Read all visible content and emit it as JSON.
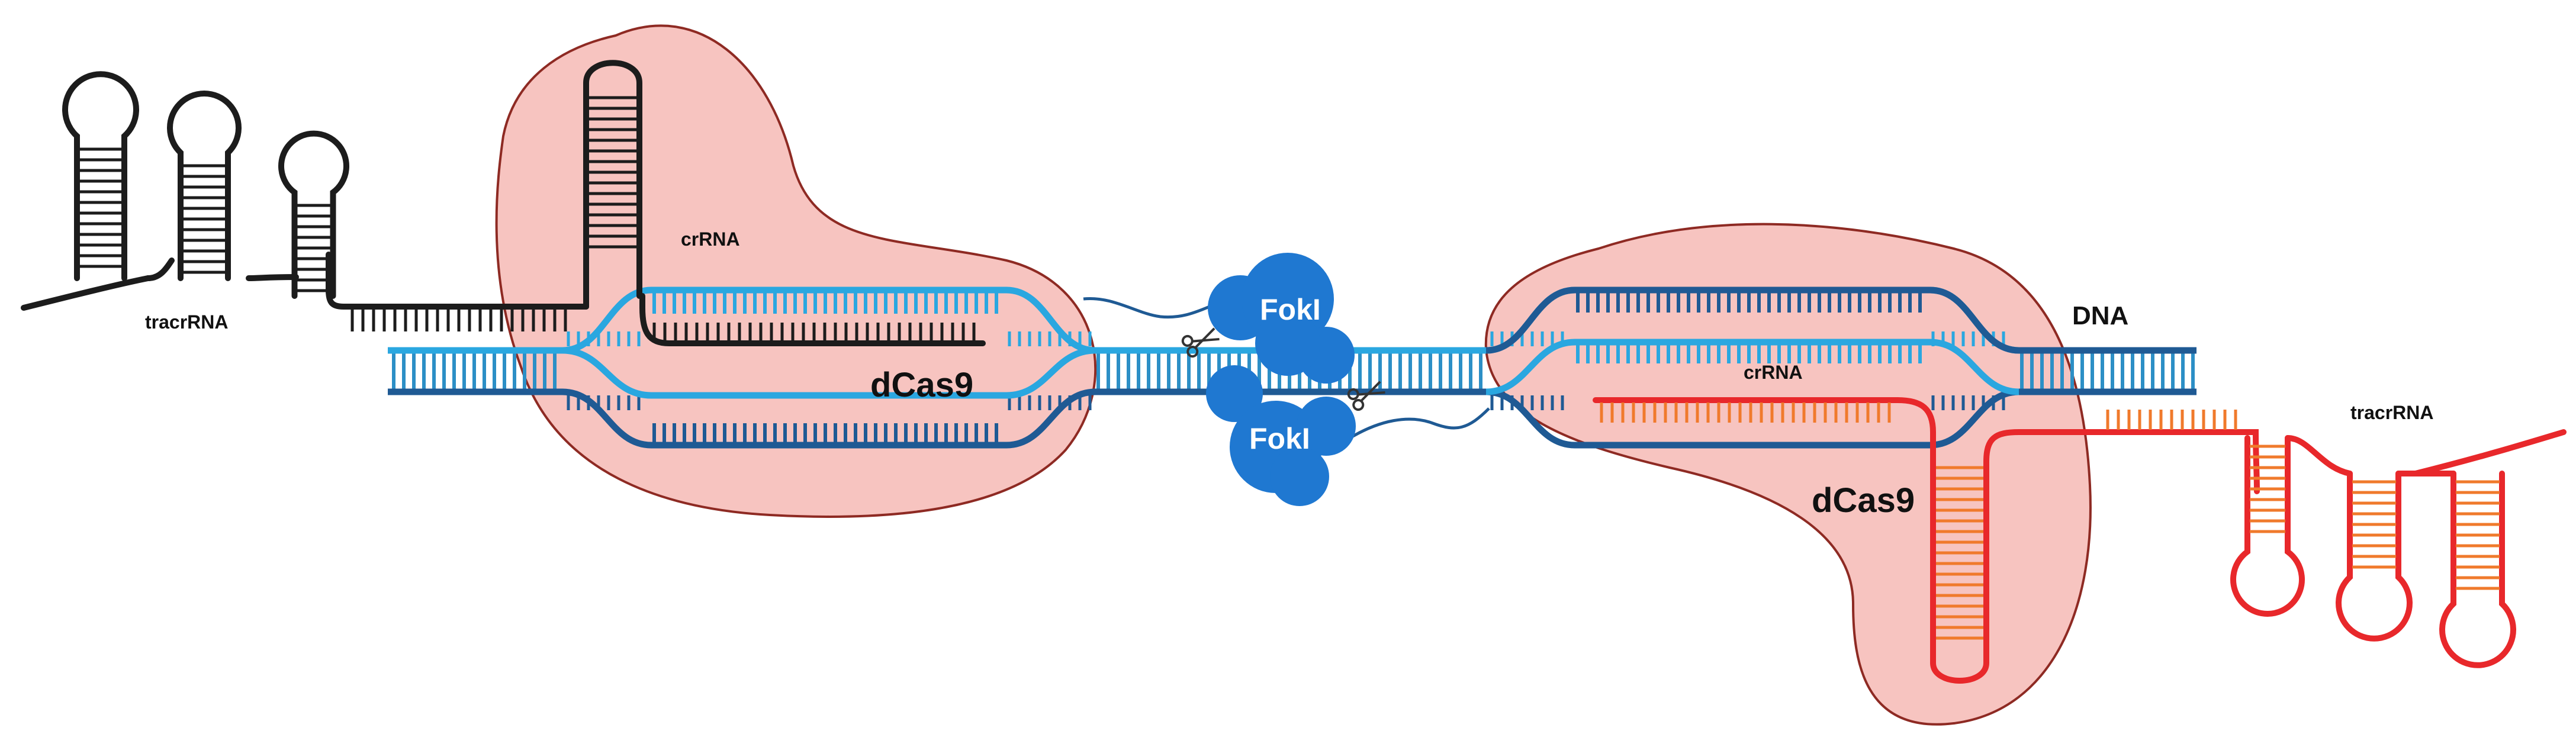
{
  "labels": {
    "tracrRNA_left": "tracrRNA",
    "crRNA_left": "crRNA",
    "dCas9_left": "dCas9",
    "fokI_top": "FokI",
    "fokI_bottom": "FokI",
    "dna": "DNA",
    "crRNA_right": "crRNA",
    "dCas9_right": "dCas9",
    "tracrRNA_right": "tracrRNA"
  },
  "colors": {
    "dna_light": "#2aa7e0",
    "dna_dark": "#1f5a94",
    "dna_rung": "#2c8fc6",
    "dcas9_fill": "#f7c4c0",
    "dcas9_stroke": "#8e2a23",
    "rna_left": "#1c1c1c",
    "rna_right_main": "#e8282b",
    "rna_right_rung": "#f07a2c",
    "foki": "#1f78d1",
    "linker": "#1f5a94",
    "scissors": "#333333"
  },
  "icons": {
    "scissors_top": "scissors-icon",
    "scissors_bottom": "scissors-icon"
  }
}
